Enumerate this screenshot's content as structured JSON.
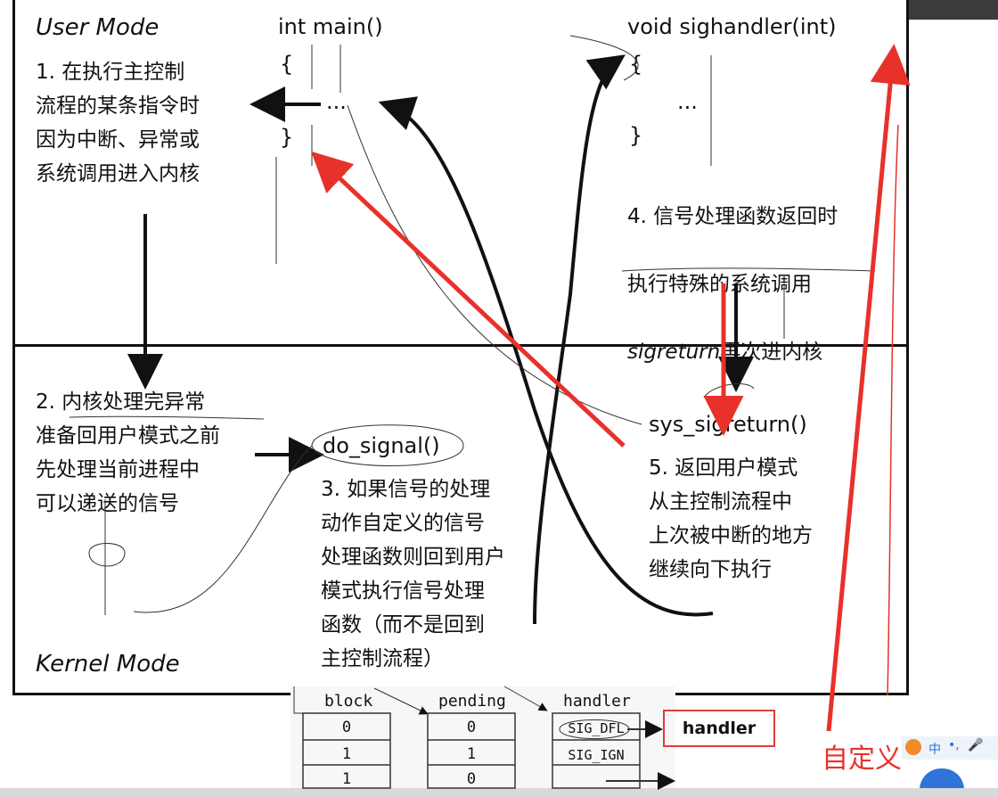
{
  "modes": {
    "user": "User Mode",
    "kernel": "Kernel Mode"
  },
  "code": {
    "main_sig": "int main()",
    "main_open": "{",
    "main_body": "...",
    "main_close": "}",
    "handler_sig": "void sighandler(int)",
    "handler_open": "{",
    "handler_body": "...",
    "handler_close": "}",
    "do_signal": "do_signal()",
    "sys_sigreturn": "sys_sigreturn()"
  },
  "steps": {
    "s1": "1. 在执行主控制\n流程的某条指令时\n因为中断、异常或\n系统调用进入内核",
    "s2": "2. 内核处理完异常\n准备回用户模式之前\n先处理当前进程中\n可以递送的信号",
    "s3": "3. 如果信号的处理\n动作自定义的信号\n处理函数则回到用户\n模式执行信号处理\n函数（而不是回到\n主控制流程）",
    "s4_line1": "4. 信号处理函数返回时",
    "s4_line2": "执行特殊的系统调用",
    "s4_sig": "sigreturn",
    "s4_tail": "再次进内核",
    "s5": "5. 返回用户模式\n从主控制流程中\n上次被中断的地方\n继续向下执行"
  },
  "table": {
    "headers": [
      "block",
      "pending",
      "handler"
    ],
    "block": [
      "0",
      "1",
      "1"
    ],
    "pending": [
      "0",
      "1",
      "0"
    ],
    "handler": [
      "SIG_DFL",
      "SIG_IGN",
      ""
    ]
  },
  "annotations": {
    "handler_box": "handler",
    "custom_note": "自定义"
  },
  "ime": {
    "label": "中"
  },
  "colors": {
    "red": "#e8312b",
    "ink": "#111111",
    "bar": "#d9d9d9"
  }
}
